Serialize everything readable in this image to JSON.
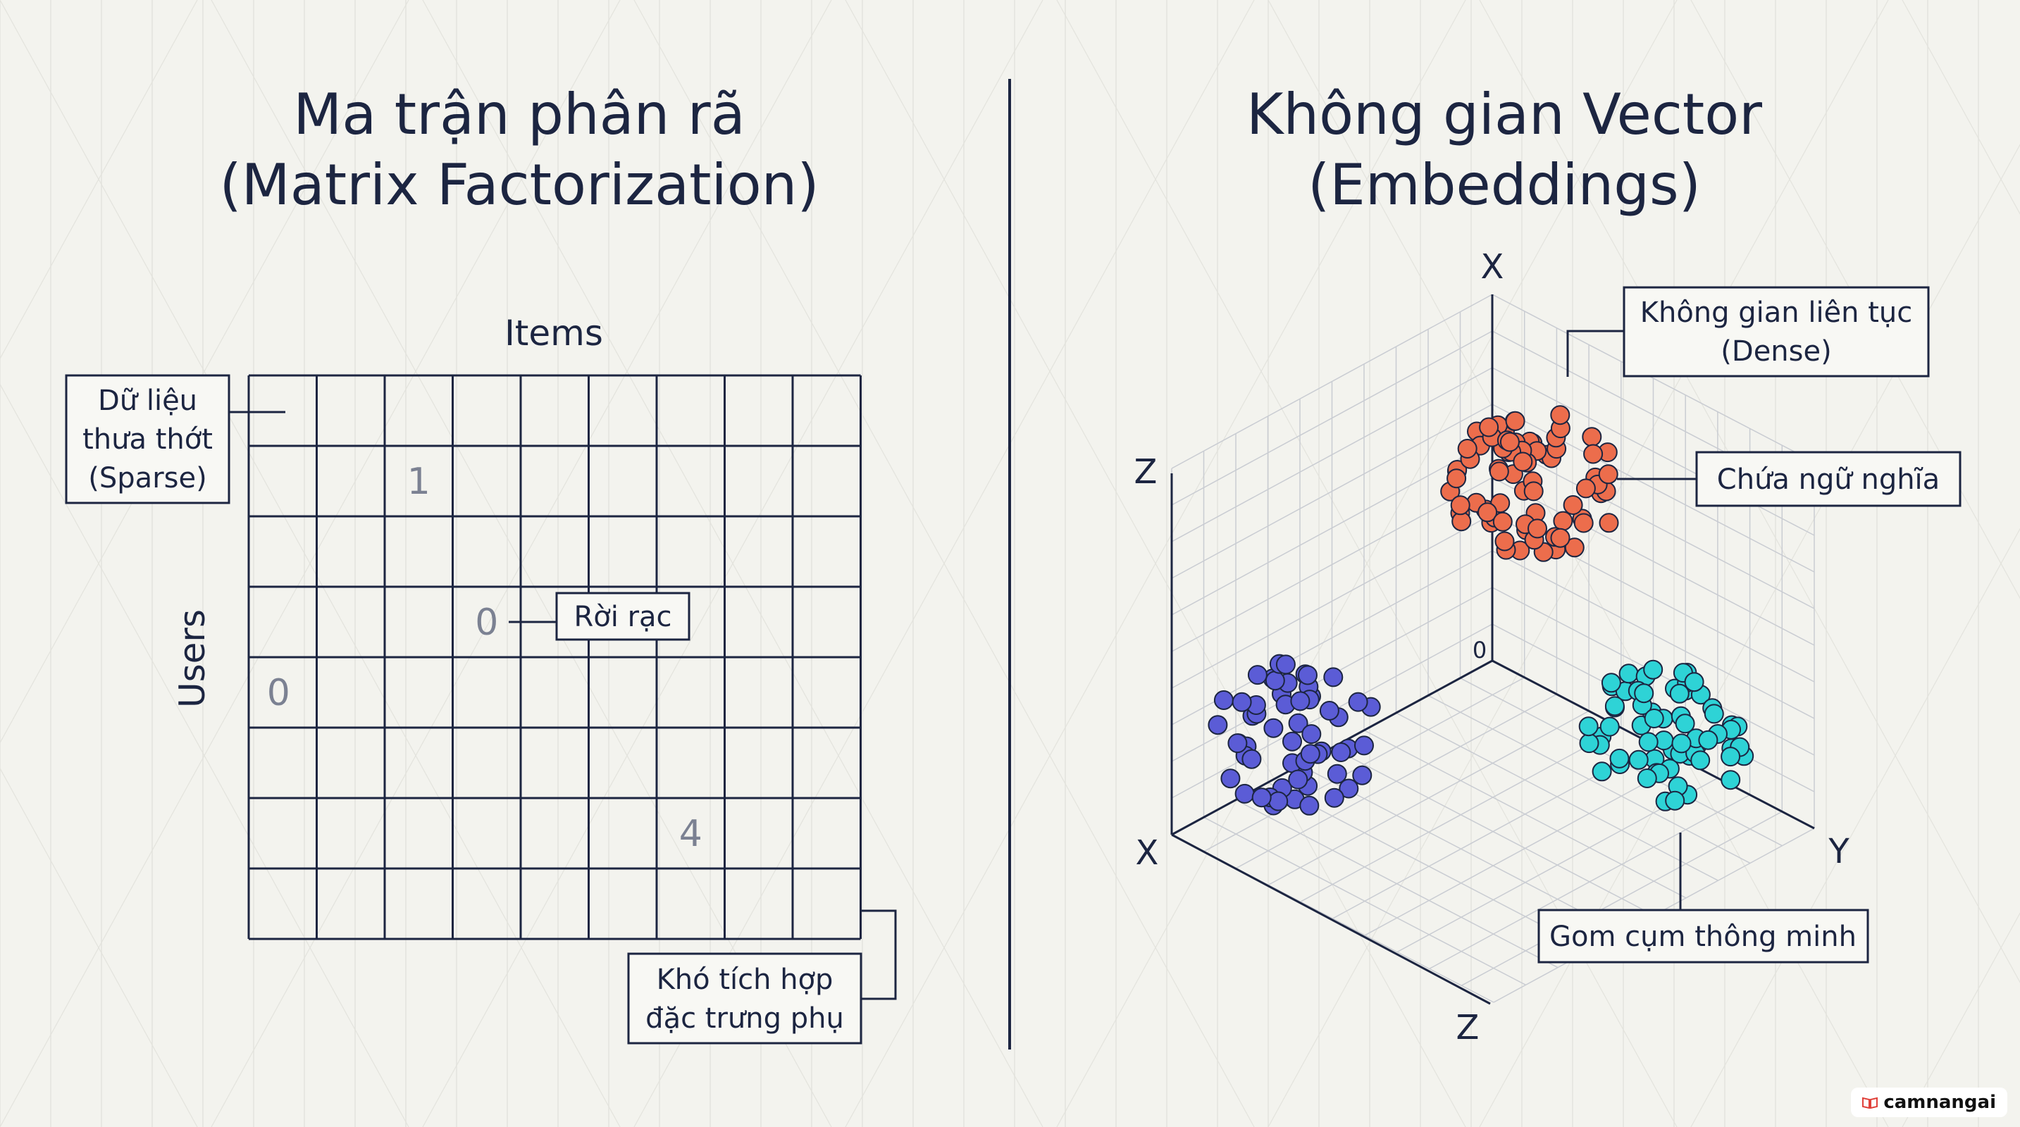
{
  "colors": {
    "background": "#f3f3ee",
    "ink": "#1c2541",
    "grid_faint": "#e3e3dd",
    "matrix_value": "#7b8192",
    "cluster_orange": "#ec6d4c",
    "cluster_blue": "#5b5cd6",
    "cluster_cyan": "#2ed3d6"
  },
  "left": {
    "title_line1": "Ma trận phân rã",
    "title_line2": "(Matrix Factorization)",
    "col_axis_label": "Items",
    "row_axis_label": "Users",
    "rows": 8,
    "cols": 9,
    "cell_values": [
      {
        "row": 1,
        "col": 2,
        "text": "1"
      },
      {
        "row": 3,
        "col": 3,
        "text": "0"
      },
      {
        "row": 4,
        "col": 0,
        "text": "0"
      },
      {
        "row": 6,
        "col": 6,
        "text": "4"
      }
    ],
    "callouts": {
      "sparse": [
        "Dữ liệu",
        "thưa thớt",
        "(Sparse)"
      ],
      "discrete": [
        "Rời rạc"
      ],
      "hard_features": [
        "Khó tích hợp",
        "đặc trưng phụ"
      ]
    }
  },
  "right": {
    "title_line1": "Không gian Vector",
    "title_line2": "(Embeddings)",
    "axes": {
      "top": "X",
      "upper_left": "Z",
      "left": "X",
      "right": "Y",
      "bottom": "Z",
      "origin": "0"
    },
    "callouts": {
      "dense": [
        "Không gian liên tục",
        "(Dense)"
      ],
      "semantic": [
        "Chứa ngữ nghĩa"
      ],
      "clustering": [
        "Gom cụm thông minh"
      ]
    }
  },
  "watermark": {
    "icon": "book-icon",
    "text": "camnangai"
  }
}
